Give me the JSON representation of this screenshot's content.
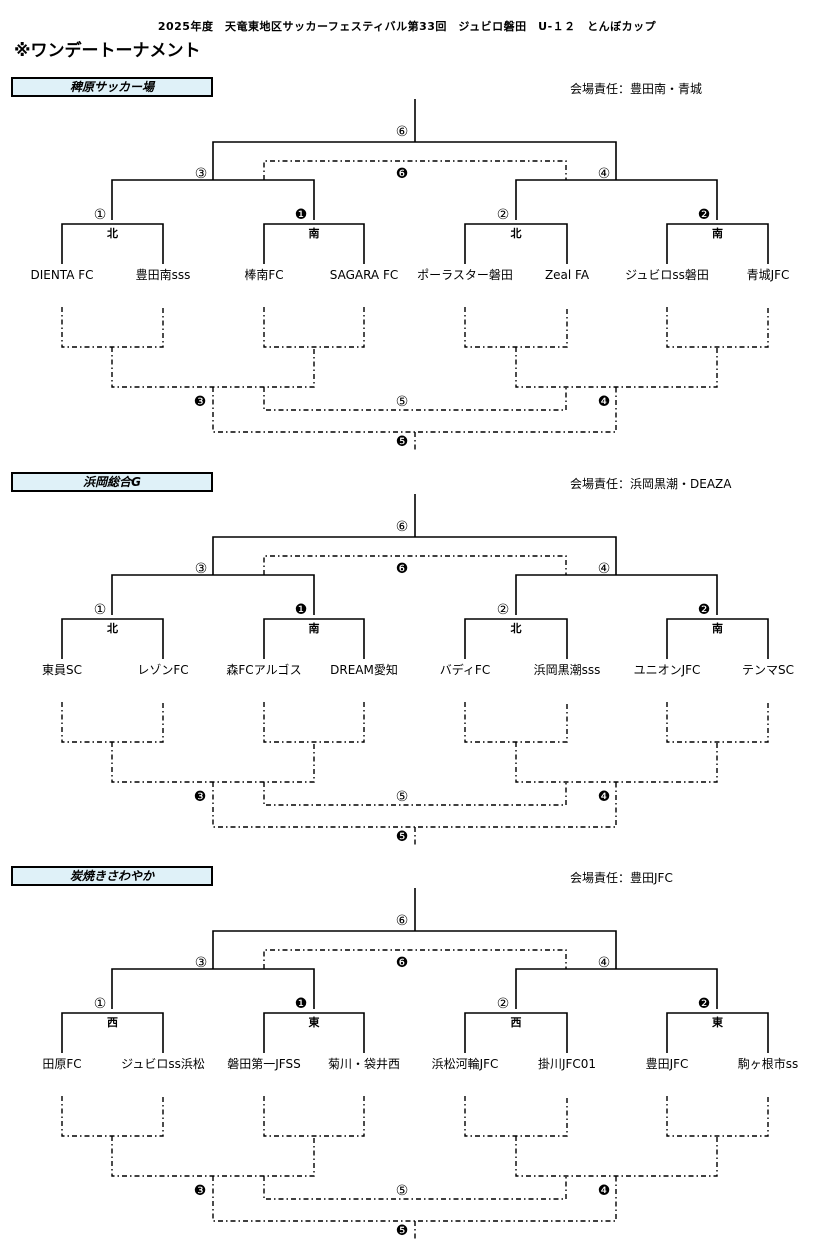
{
  "title": "2025年度　天竜東地区サッカーフェスティバル第33回　ジュビロ磐田　U-１２　とんぼカップ",
  "subtitle": "※ワンデートーナメント",
  "match_labels": {
    "top_final": "⑥",
    "top_left": "③",
    "top_right": "④",
    "top_third": "❻",
    "m1": "①",
    "m2": "❶",
    "m3": "②",
    "m4": "❷",
    "bottom_left": "❸",
    "bottom_right": "❹",
    "bottom_mid": "⑤",
    "bottom_final": "❺"
  },
  "venues": [
    {
      "name": "稗原サッカー場",
      "responsible": "会場責任：豊田南・青城",
      "groups": [
        "北",
        "南",
        "北",
        "南"
      ],
      "teams": [
        "DIENTA FC",
        "豊田南sss",
        "棒南FC",
        "SAGARA FC",
        "ポーラスター磐田",
        "Zeal FA",
        "ジュビロss磐田",
        "青城JFC"
      ]
    },
    {
      "name": "浜岡総合G",
      "responsible": "会場責任：浜岡黒潮・DEAZA",
      "groups": [
        "北",
        "南",
        "北",
        "南"
      ],
      "teams": [
        "東員SC",
        "レゾンFC",
        "森FCアルゴス",
        "DREAM愛知",
        "バディFC",
        "浜岡黒潮sss",
        "ユニオンJFC",
        "テンマSC"
      ]
    },
    {
      "name": "炭焼きさわやか",
      "responsible": "会場責任：豊田JFC",
      "groups": [
        "西",
        "東",
        "西",
        "東"
      ],
      "teams": [
        "田原FC",
        "ジュビロss浜松",
        "磐田第一JFSS",
        "菊川・袋井西",
        "浜松河輪JFC",
        "掛川JFC01",
        "豊田JFC",
        "駒ヶ根市ss"
      ]
    }
  ]
}
